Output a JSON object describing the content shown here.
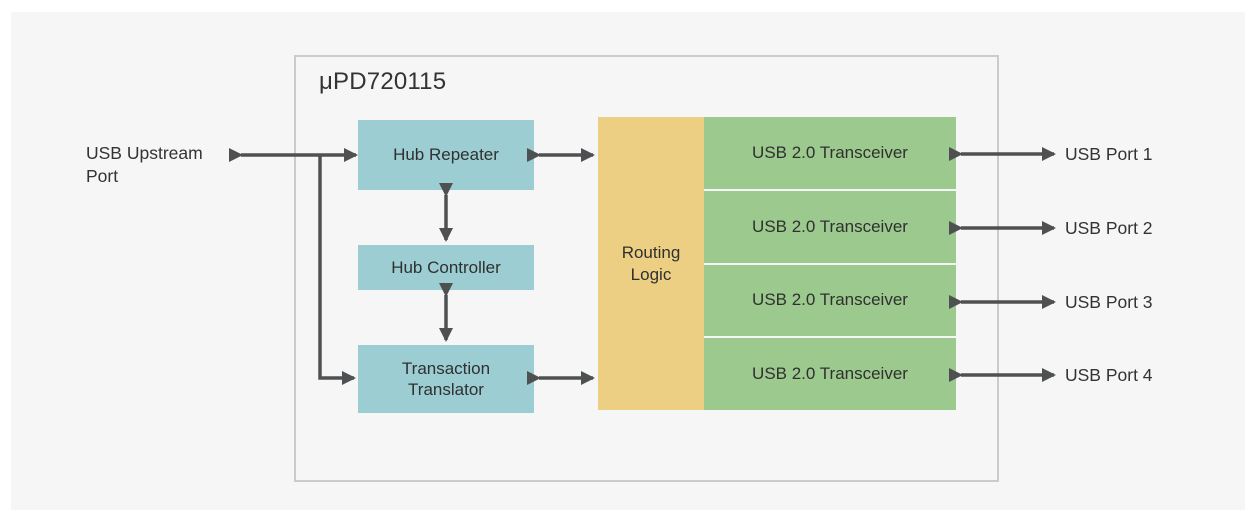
{
  "diagram": {
    "title": "μPD720115",
    "blocks": {
      "hub_repeater": "Hub Repeater",
      "hub_controller": "Hub Controller",
      "transaction_translator": "Transaction Translator",
      "routing_logic": "Routing Logic",
      "transceivers": [
        "USB 2.0 Transceiver",
        "USB 2.0 Transceiver",
        "USB 2.0 Transceiver",
        "USB 2.0 Transceiver"
      ]
    },
    "external_labels": {
      "upstream": "USB Upstream Port",
      "ports": [
        "USB Port 1",
        "USB Port 2",
        "USB Port 3",
        "USB Port 4"
      ]
    },
    "connections": [
      "USB Upstream Port <-> Hub Repeater",
      "USB Upstream Port -> Transaction Translator",
      "Hub Repeater <-> Hub Controller",
      "Hub Controller <-> Transaction Translator",
      "Hub Repeater <-> Routing Logic",
      "Transaction Translator <-> Routing Logic",
      "USB 2.0 Transceiver 1 <-> USB Port 1",
      "USB 2.0 Transceiver 2 <-> USB Port 2",
      "USB 2.0 Transceiver 3 <-> USB Port 3",
      "USB 2.0 Transceiver 4 <-> USB Port 4"
    ],
    "colors": {
      "block_teal": "#9bcdd3",
      "block_yellow": "#eccf82",
      "block_green": "#9cc98d",
      "arrow": "#4e5052",
      "chip_border": "#cbcbcb",
      "card_bg": "#f6f6f6",
      "text": "#333333"
    }
  }
}
